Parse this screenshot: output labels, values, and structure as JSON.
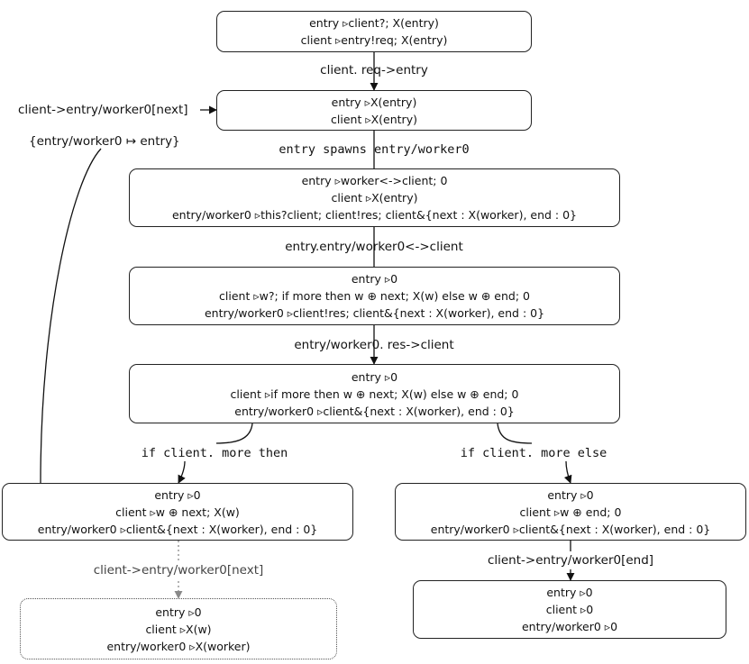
{
  "boxes": {
    "b1": [
      "entry ▹client?;  X(entry)",
      "client ▹entry!req;  X(entry)"
    ],
    "b2": [
      "entry ▹X(entry)",
      "client ▹X(entry)"
    ],
    "b3": [
      "entry ▹worker<->client;  0",
      "client ▹X(entry)",
      "entry/worker0 ▹this?client;  client!res;  client&{next : X(worker),  end : 0}"
    ],
    "b4": [
      "entry ▹0",
      "client ▹w?;  if more then w ⊕ next;  X(w)  else  w ⊕ end;  0",
      "entry/worker0 ▹client!res;  client&{next : X(worker),  end : 0}"
    ],
    "b5": [
      "entry ▹0",
      "client ▹if  more  then  w ⊕ next;  X(w)  else  w ⊕ end;  0",
      "entry/worker0 ▹client&{next : X(worker),  end : 0}"
    ],
    "b6": [
      "entry ▹0",
      "client ▹w ⊕ next;  X(w)",
      "entry/worker0 ▹client&{next : X(worker),  end : 0}"
    ],
    "b7": [
      "entry ▹0",
      "client ▹w ⊕ end;  0",
      "entry/worker0 ▹client&{next : X(worker),  end : 0}"
    ],
    "b8": [
      "entry ▹0",
      "client ▹X(w)",
      "entry/worker0 ▹X(worker)"
    ],
    "b9": [
      "entry ▹0",
      "client ▹0",
      "entry/worker0 ▹0"
    ]
  },
  "labels": {
    "l1": "client. req->entry",
    "l2": "entry  spawns  entry/worker0",
    "l3": "entry.entry/worker0<->client",
    "l4": "entry/worker0. res->client",
    "l5": "if  client. more  then",
    "l6": "if  client. more  else",
    "l7": "client->entry/worker0[next]",
    "l8": "client->entry/worker0[end]",
    "l9": "client->entry/worker0[next]",
    "l10": "{entry/worker0 ↦ entry}"
  }
}
